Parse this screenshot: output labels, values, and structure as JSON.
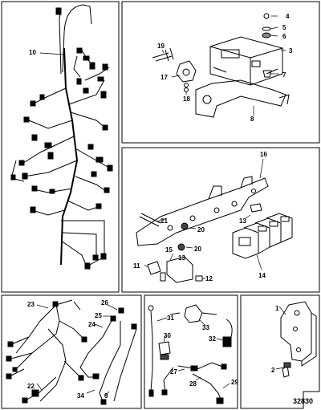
{
  "figure_number": "32830",
  "callouts": {
    "c1": "1",
    "c2": "2",
    "c3": "3",
    "c4": "4",
    "c5": "5",
    "c6": "6",
    "c7": "7",
    "c8": "8",
    "c9": "9",
    "c10": "10",
    "c11": "11",
    "c12": "12",
    "c13a": "13",
    "c13b": "13",
    "c14": "14",
    "c15": "15",
    "c16": "16",
    "c17": "17",
    "c18": "18",
    "c19": "19",
    "c20a": "20",
    "c20b": "20",
    "c21": "21",
    "c22": "22",
    "c23": "23",
    "c24": "24",
    "c25": "25",
    "c26": "26",
    "c27": "27",
    "c28": "28",
    "c29": "29",
    "c30": "30",
    "c31": "31",
    "c32": "32",
    "c33": "33",
    "c34": "34"
  }
}
